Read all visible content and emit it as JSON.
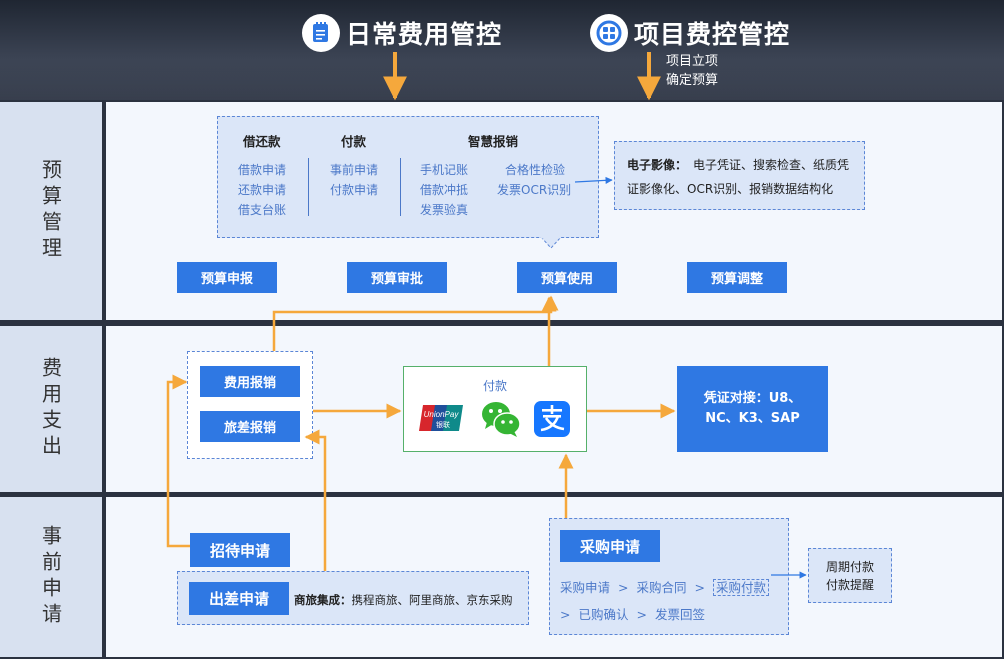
{
  "header": {
    "title_daily": "日常费用管控",
    "title_project": "项目费控管控",
    "project_note_line1": "项目立项",
    "project_note_line2": "确定预算"
  },
  "rows": {
    "budget": "预算管理",
    "expense": "费用支出",
    "pre": "事前申请"
  },
  "budget": {
    "col1_title": "借还款",
    "col1_items": [
      "借款申请",
      "还款申请",
      "借支台账"
    ],
    "col2_title": "付款",
    "col2_items": [
      "事前申请",
      "付款申请"
    ],
    "col3_title": "智慧报销",
    "col3_left": [
      "手机记账",
      "借款冲抵",
      "发票验真"
    ],
    "col3_right": [
      "合格性检验",
      "发票OCR识别"
    ],
    "image_title": "电子影像：",
    "image_line1": "电子凭证、搜索检查、纸质凭",
    "image_line2": "证影像化、OCR识别、报销数据结构化",
    "buttons": [
      "预算申报",
      "预算审批",
      "预算使用",
      "预算调整"
    ]
  },
  "expense": {
    "reimburse": "费用报销",
    "travel": "旅差报销",
    "pay_title": "付款",
    "voucher": "凭证对接：U8、NC、K3、SAP",
    "unionpay_text": "UnionPay",
    "unionpay_cn": "银联"
  },
  "pre": {
    "entertain": "招待申请",
    "trip": "出差申请",
    "trip_integ_title": "商旅集成：",
    "trip_integ": "携程商旅、阿里商旅、京东采购",
    "purchase": "采购申请",
    "flow1": [
      "采购申请",
      "采购合同",
      "采购付款"
    ],
    "flow2": [
      "已购确认",
      "发票回签"
    ],
    "period_line1": "周期付款",
    "period_line2": "付款提醒"
  },
  "colors": {
    "accent_blue": "#2f78e3",
    "arrow_orange": "#f5a83c",
    "panel_bg": "#f3f7fd",
    "label_bg": "#d8e1f0"
  }
}
